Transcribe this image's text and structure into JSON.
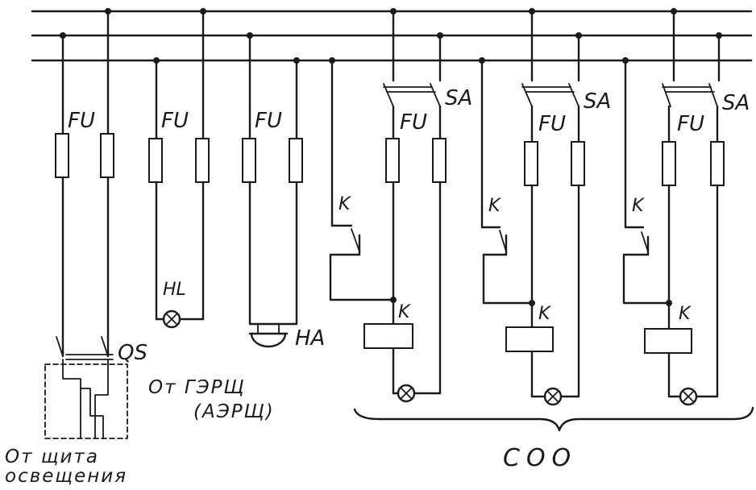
{
  "labels": {
    "fuse": "FU",
    "switch": "SA",
    "relay": "K",
    "lamp": "HL",
    "horn": "HA",
    "breaker": "QS",
    "source_emergency_line1": "От ГЭРЩ",
    "source_emergency_line2": "(АЭРЩ)",
    "source_lighting_line1": "От щита",
    "source_lighting_line2": "освещения",
    "group": "СОО"
  }
}
